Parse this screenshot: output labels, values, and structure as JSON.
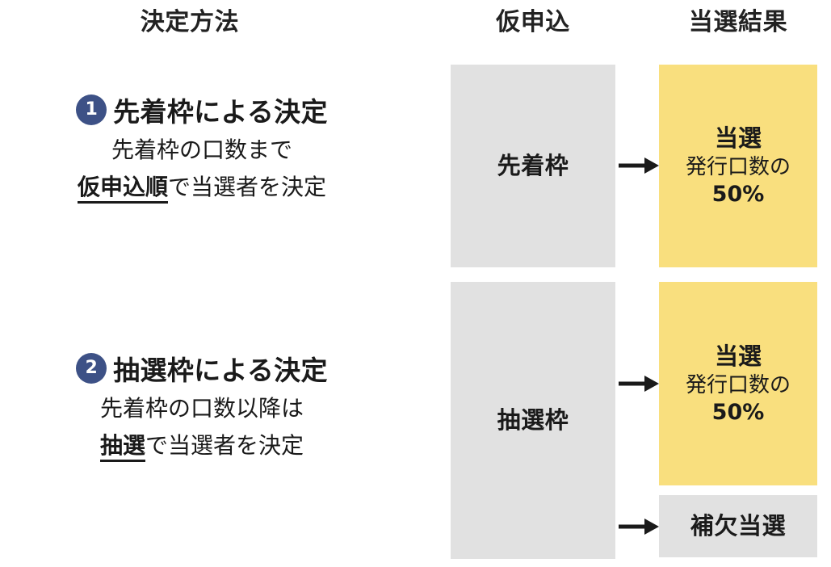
{
  "headers": {
    "method": "決定方法",
    "apply": "仮申込",
    "result": "当選結果"
  },
  "methods": [
    {
      "badge": "1",
      "title": "先着枠による決定",
      "line1": "先着枠の口数まで",
      "line2_underlined": "仮申込順",
      "line2_rest": "で当選者を決定"
    },
    {
      "badge": "2",
      "title": "抽選枠による決定",
      "line1": "先着枠の口数以降は",
      "line2_underlined": "抽選",
      "line2_rest": "で当選者を決定"
    }
  ],
  "apply_boxes": [
    {
      "label": "先着枠"
    },
    {
      "label": "抽選枠"
    }
  ],
  "result_boxes": [
    {
      "head": "当選",
      "sub": "発行口数の",
      "pct": "50%"
    },
    {
      "head": "当選",
      "sub": "発行口数の",
      "pct": "50%"
    },
    {
      "head": "補欠当選"
    }
  ],
  "colors": {
    "badge_navy": "#3d5186",
    "box_gray": "#e1e1e1",
    "box_yellow": "#f9df7e",
    "text": "#1a1a1a",
    "background": "#ffffff"
  }
}
